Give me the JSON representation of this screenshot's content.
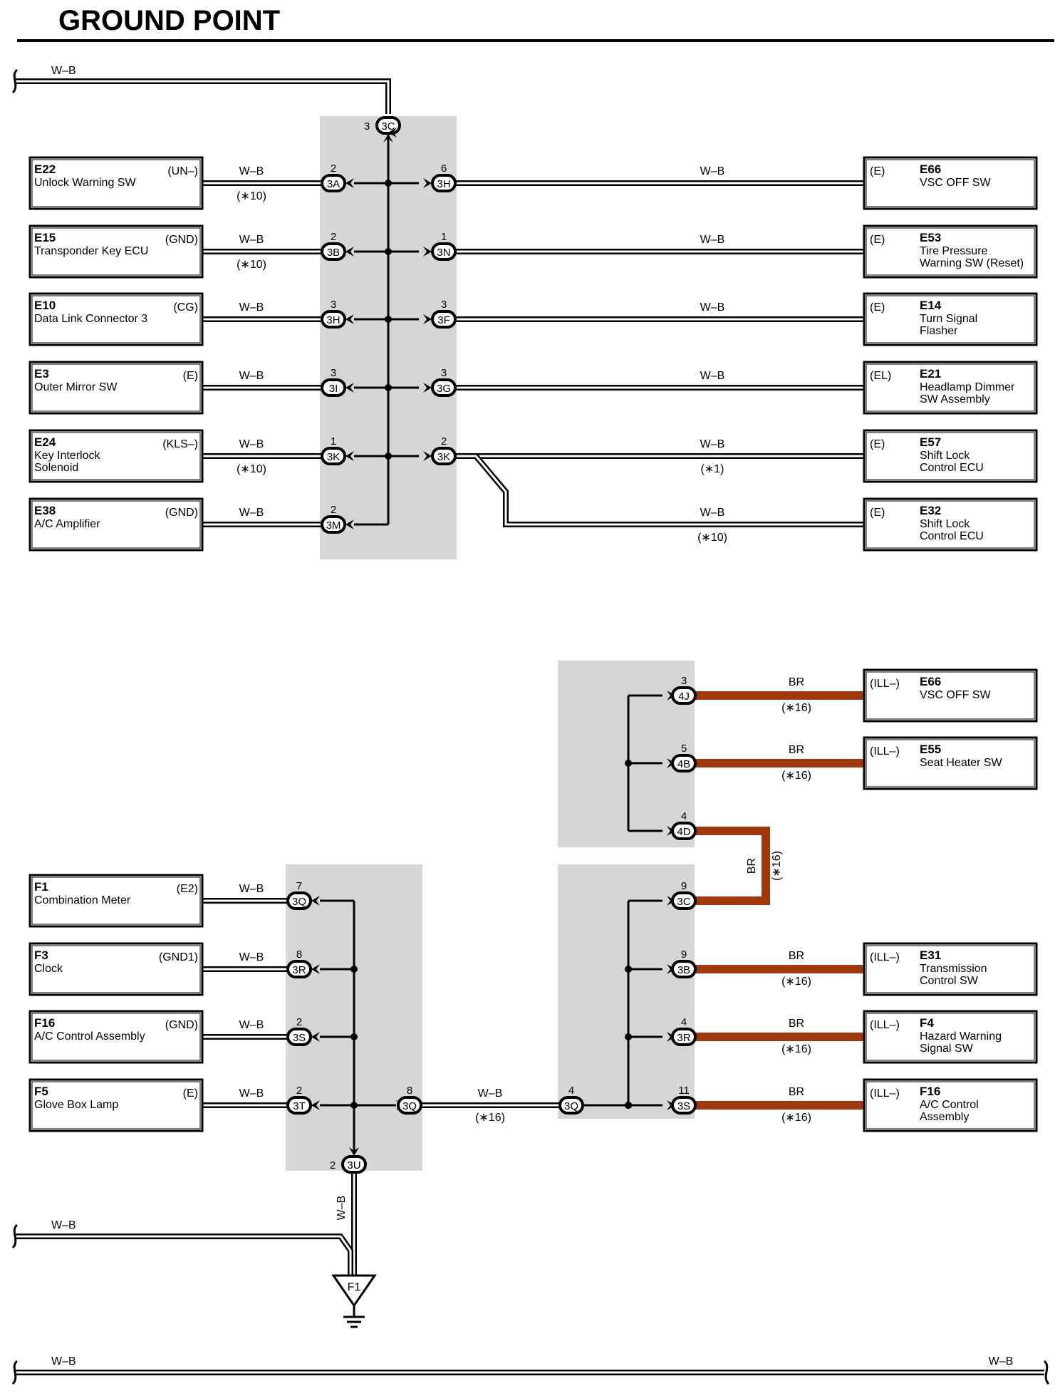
{
  "title": "GROUND POINT",
  "colors": {
    "wb": "#000000",
    "br": "#a0380e",
    "splice_bg": "#d6d6d6"
  },
  "wire_labels": {
    "wb": "W–B",
    "br": "BR",
    "n10": "(∗10)",
    "n1": "(∗1)",
    "n16": "(∗16)"
  },
  "ground": {
    "label": "F1"
  },
  "top_section": {
    "top_conn": {
      "pin": "3",
      "label": "3C"
    },
    "left": [
      {
        "code": "E22",
        "name1": "Unlock Warning SW",
        "name2": "",
        "term": "(UN–)",
        "pin": "2",
        "conn": "3A",
        "note": "(∗10)"
      },
      {
        "code": "E15",
        "name1": "Transponder Key ECU",
        "name2": "",
        "term": "(GND)",
        "pin": "2",
        "conn": "3B",
        "note": "(∗10)"
      },
      {
        "code": "E10",
        "name1": "Data Link Connector 3",
        "name2": "",
        "term": "(CG)",
        "pin": "3",
        "conn": "3H",
        "note": ""
      },
      {
        "code": "E3",
        "name1": "Outer Mirror SW",
        "name2": "",
        "term": "(E)",
        "pin": "3",
        "conn": "3I",
        "note": ""
      },
      {
        "code": "E24",
        "name1": "Key Interlock",
        "name2": "Solenoid",
        "term": "(KLS–)",
        "pin": "1",
        "conn": "3K",
        "note": "(∗10)"
      },
      {
        "code": "E38",
        "name1": "A/C Amplifier",
        "name2": "",
        "term": "(GND)",
        "pin": "2",
        "conn": "3M",
        "note": ""
      }
    ],
    "right": [
      {
        "code": "E66",
        "name1": "VSC OFF SW",
        "name2": "",
        "term": "(E)",
        "pin": "6",
        "conn": "3H",
        "note": ""
      },
      {
        "code": "E53",
        "name1": "Tire Pressure",
        "name2": "Warning SW (Reset)",
        "term": "(E)",
        "pin": "1",
        "conn": "3N",
        "note": ""
      },
      {
        "code": "E14",
        "name1": "Turn Signal",
        "name2": "Flasher",
        "term": "(E)",
        "pin": "3",
        "conn": "3F",
        "note": ""
      },
      {
        "code": "E21",
        "name1": "Headlamp Dimmer",
        "name2": "SW Assembly",
        "term": "(EL)",
        "pin": "3",
        "conn": "3G",
        "note": ""
      },
      {
        "code": "E57",
        "name1": "Shift Lock",
        "name2": "Control ECU",
        "term": "(E)",
        "pin": "2",
        "conn": "3K",
        "note": "(∗1)"
      },
      {
        "code": "E32",
        "name1": "Shift Lock",
        "name2": "Control ECU",
        "term": "(E)",
        "pin": "",
        "conn": "",
        "note": "(∗10)"
      }
    ]
  },
  "bottom_section": {
    "left": [
      {
        "code": "F1",
        "name1": "Combination Meter",
        "name2": "",
        "term": "(E2)",
        "pin": "7",
        "conn": "3Q"
      },
      {
        "code": "F3",
        "name1": "Clock",
        "name2": "",
        "term": "(GND1)",
        "pin": "8",
        "conn": "3R"
      },
      {
        "code": "F16",
        "name1": "A/C Control Assembly",
        "name2": "",
        "term": "(GND)",
        "pin": "2",
        "conn": "3S"
      },
      {
        "code": "F5",
        "name1": "Glove Box Lamp",
        "name2": "",
        "term": "(E)",
        "pin": "2",
        "conn": "3T"
      }
    ],
    "mid_conn": {
      "pin": "8",
      "label": "3Q"
    },
    "bottom_conn": {
      "pin": "2",
      "label": "3U"
    },
    "right_in_conn": {
      "pin": "4",
      "label": "3Q"
    },
    "upper_splice": [
      {
        "pin": "3",
        "conn": "4J"
      },
      {
        "pin": "5",
        "conn": "4B"
      },
      {
        "pin": "4",
        "conn": "4D"
      }
    ],
    "lower_splice": [
      {
        "pin": "9",
        "conn": "3C"
      },
      {
        "pin": "9",
        "conn": "3B"
      },
      {
        "pin": "4",
        "conn": "3R"
      },
      {
        "pin": "11",
        "conn": "3S"
      }
    ],
    "right": [
      {
        "code": "E66",
        "name1": "VSC OFF SW",
        "name2": "",
        "term": "(ILL–)"
      },
      {
        "code": "E55",
        "name1": "Seat Heater SW",
        "name2": "",
        "term": "(ILL–)"
      },
      {
        "code": "E31",
        "name1": "Transmission",
        "name2": "Control SW",
        "term": "(ILL–)"
      },
      {
        "code": "F4",
        "name1": "Hazard Warning",
        "name2": "Signal SW",
        "term": "(ILL–)"
      },
      {
        "code": "F16",
        "name1": "A/C Control",
        "name2": "Assembly",
        "term": "(ILL–)"
      }
    ]
  }
}
